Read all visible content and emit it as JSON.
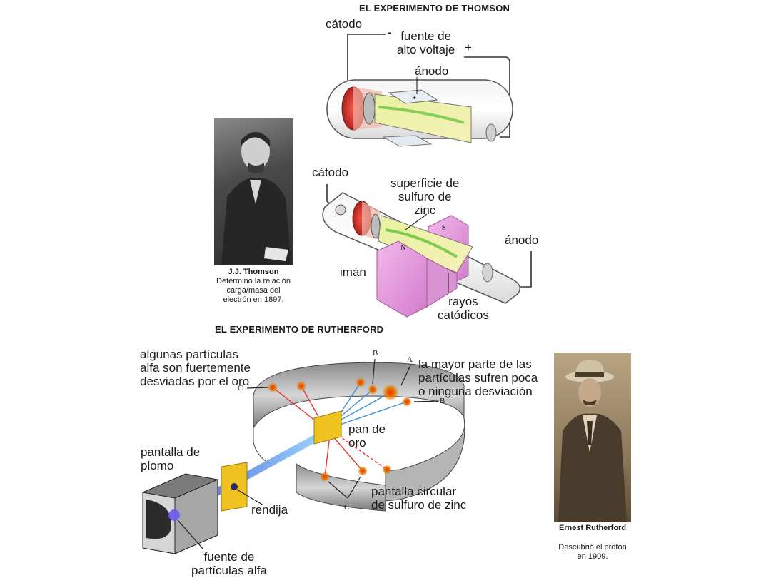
{
  "thomson": {
    "title": "EL EXPERIMENTO DE THOMSON",
    "top": {
      "catodo": "cátodo",
      "minus": "-",
      "fuente": "fuente de\nalto voltaje",
      "plus": "+",
      "anodo": "ánodo"
    },
    "bottom": {
      "catodo": "cátodo",
      "superficie": "superficie de\nsulfuro de\nzinc",
      "anodo": "ánodo",
      "iman": "imán",
      "rayos": "rayos\ncatódicos",
      "pole_n": "N",
      "pole_s": "S"
    },
    "portrait": {
      "name": "J.J. Thomson",
      "caption": "Determinó la relación\ncarga/masa del\nelectrón en 1897."
    }
  },
  "rutherford": {
    "title": "EL EXPERIMENTO DE RUTHERFORD",
    "labels": {
      "desviadas": "algunas partículas\nalfa son fuertemente\ndesviadas por el oro",
      "mayor": "la mayor parte de las\npartículas sufren poca\no ninguna desviación",
      "pan": "pan de\noro",
      "pantalla_plomo": "pantalla de\nplomo",
      "rendija": "rendija",
      "pantalla_circular": "pantalla circular\nde sulfuro de zinc",
      "fuente": "fuente de\npartículas alfa",
      "letter_a": "A",
      "letter_b1": "B",
      "letter_b2": "B",
      "letter_c1": "C",
      "letter_c2": "C"
    },
    "portrait": {
      "name": "Ernest Rutherford",
      "caption": "Descubrió el protón\nen 1909."
    }
  }
}
